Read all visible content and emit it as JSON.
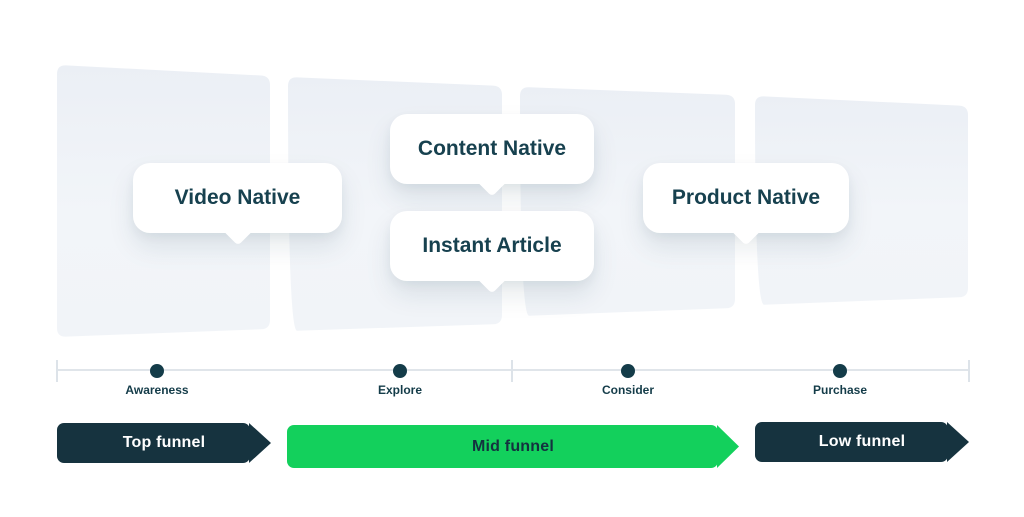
{
  "bubbles": [
    {
      "label": "Video Native"
    },
    {
      "label": "Content Native"
    },
    {
      "label": "Instant Article"
    },
    {
      "label": "Product Native"
    }
  ],
  "timeline": {
    "stages": [
      {
        "label": "Awareness"
      },
      {
        "label": "Explore"
      },
      {
        "label": "Consider"
      },
      {
        "label": "Purchase"
      }
    ]
  },
  "banners": [
    {
      "label": "Top funnel",
      "variant": "dark"
    },
    {
      "label": "Mid funnel",
      "variant": "green"
    },
    {
      "label": "Low funnel",
      "variant": "dark"
    }
  ],
  "colors": {
    "dark_navy": "#16333f",
    "green": "#13d05c",
    "bubble_text": "#17414f",
    "timeline_ink": "#143c49",
    "timeline_line": "#e0e5ea",
    "panel_top": "#ebeff5",
    "panel_bottom": "#f7f9fc"
  }
}
